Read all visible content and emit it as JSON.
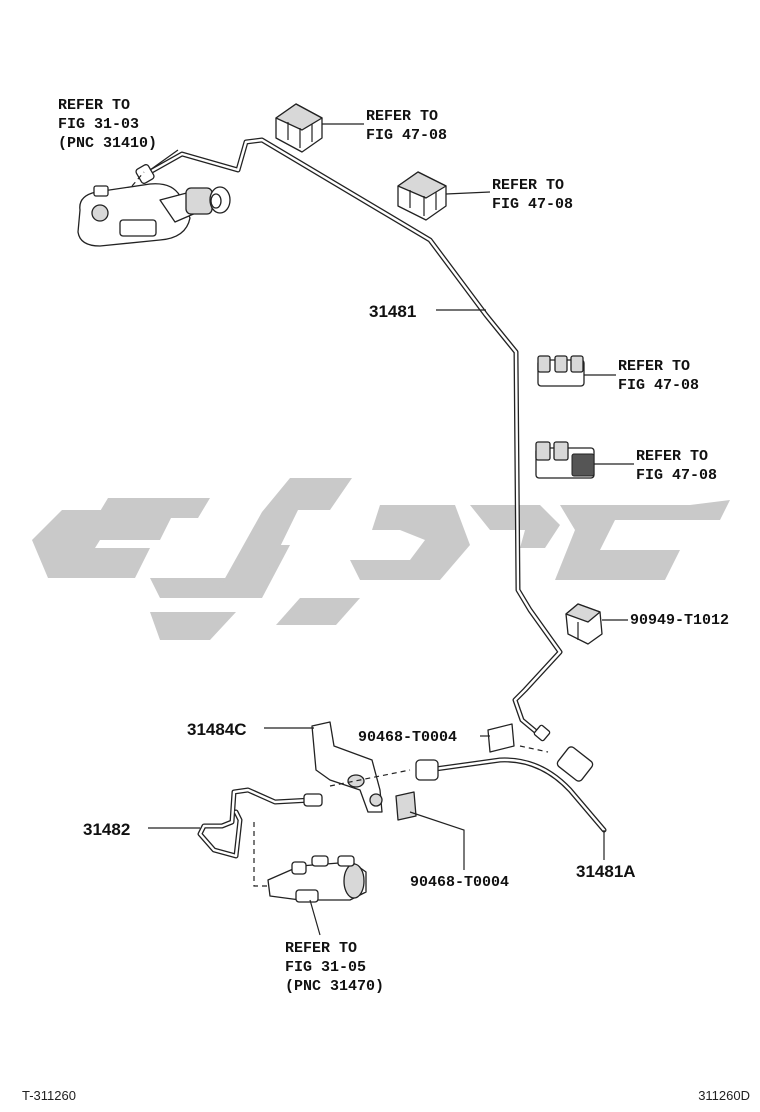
{
  "callouts": {
    "master_cyl_ref": [
      "REFER TO",
      "FIG 31-03",
      "(PNC 31410)"
    ],
    "clamp_ref_1": [
      "REFER TO",
      "FIG 47-08"
    ],
    "clamp_ref_2": [
      "REFER TO",
      "FIG 47-08"
    ],
    "clamp_ref_3": [
      "REFER TO",
      "FIG 47-08"
    ],
    "clamp_ref_4": [
      "REFER TO",
      "FIG 47-08"
    ],
    "release_cyl_ref": [
      "REFER TO",
      "FIG 31-05",
      "(PNC 31470)"
    ]
  },
  "part_numbers": {
    "tube_main": "31481",
    "clip": "90949-T1012",
    "bracket": "31484C",
    "clip_upper": "90468-T0004",
    "clip_lower": "90468-T0004",
    "tube_release": "31482",
    "hose": "31481A"
  },
  "footer": {
    "left_code": "T-311260",
    "right_code": "311260D"
  },
  "colors": {
    "line": "#222222",
    "watermark": "#c9c9c9"
  }
}
